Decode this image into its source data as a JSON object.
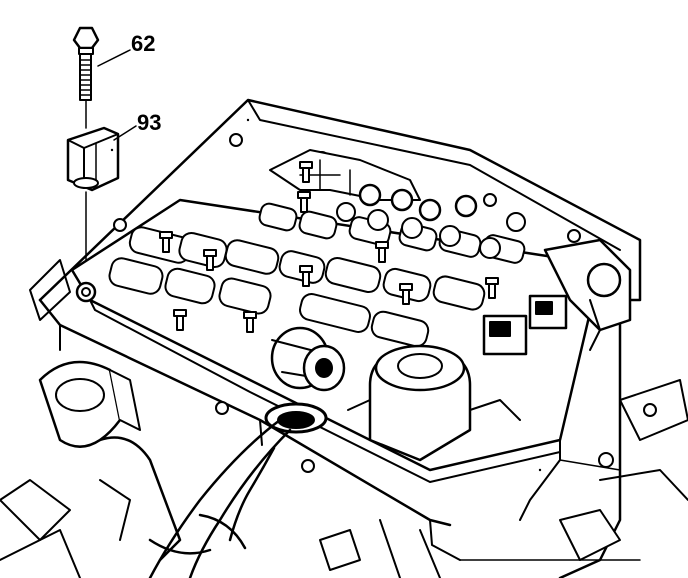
{
  "callouts": [
    {
      "id": "62",
      "label": "62",
      "part": "bolt"
    },
    {
      "id": "93",
      "label": "93",
      "part": "bracket"
    }
  ],
  "colors": {
    "ink": "#000000",
    "paper": "#ffffff",
    "shade": "#8a8a8a"
  }
}
